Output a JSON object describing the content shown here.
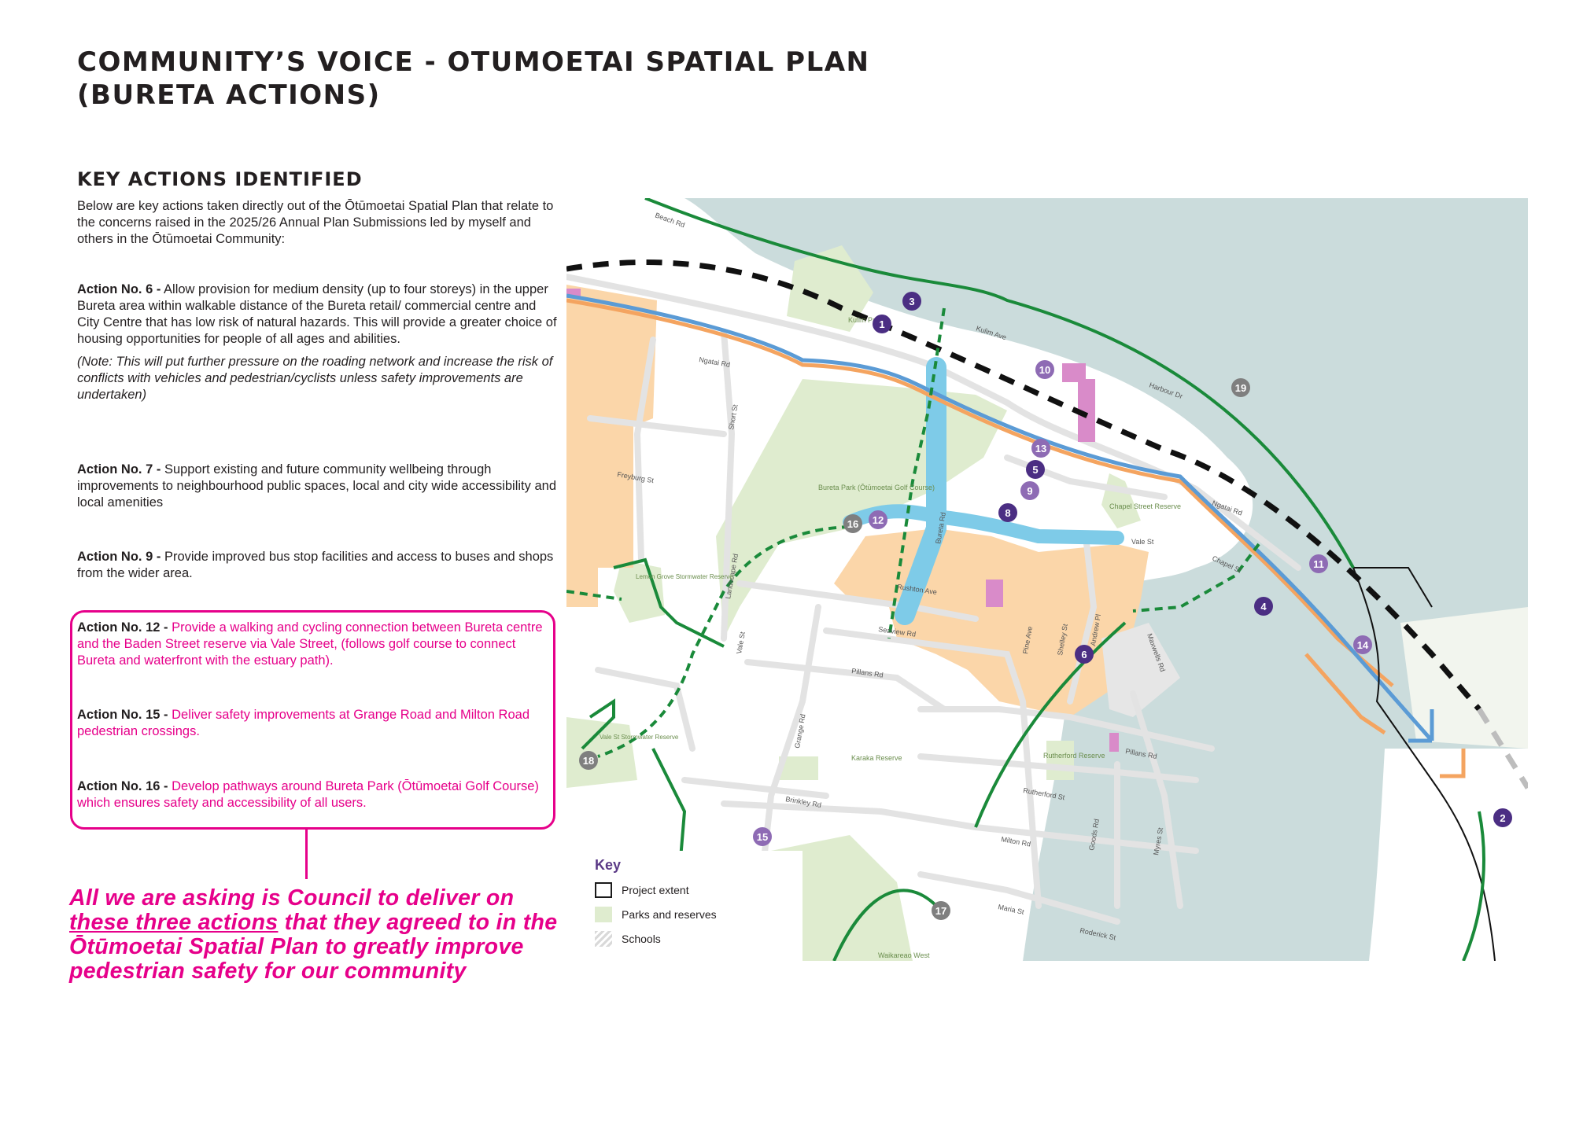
{
  "header": {
    "title_line1": "COMMUNITY’S VOICE - OTUMOETAI SPATIAL PLAN",
    "title_line2": "(BURETA ACTIONS)"
  },
  "section": {
    "title": "KEY ACTIONS IDENTIFIED",
    "intro": "Below are key actions taken directly out of the Ōtūmoetai Spatial Plan that relate to the concerns raised in the 2025/26 Annual Plan Submissions led by myself and others in the Ōtūmoetai Community:"
  },
  "actions": [
    {
      "label": "Action No. 6 -",
      "text": "Allow provision for medium density (up to four storeys) in the upper Bureta area within walkable distance of the Bureta retail/ commercial centre and City Centre that has low risk of natural hazards. This will provide a greater choice of housing opportunities for people of all ages and abilities.",
      "note": "(Note: This will put further pressure on the roading network and increase the risk of conflicts with vehicles and pedestrian/cyclists unless safety improvements are undertaken)"
    },
    {
      "label": "Action No. 7 -",
      "text": "Support existing and future community wellbeing through improvements to neighbourhood public spaces, local and city wide accessibility and local amenities"
    },
    {
      "label": "Action No. 9 -",
      "text": "Provide improved bus stop facilities and access to buses and shops from the wider area."
    },
    {
      "label": "Action No. 12 -",
      "text": "Provide a walking and cycling connection between Bureta centre and the Baden Street reserve via Vale Street, (follows golf course to connect Bureta and waterfront with the estuary path)."
    },
    {
      "label": "Action No. 15 -",
      "text": "Deliver safety improvements at Grange Road and Milton Road pedestrian crossings."
    },
    {
      "label": "Action No. 16 -",
      "text": "Develop pathways around Bureta Park (Ōtūmoetai Golf Course) which ensures safety and accessibility of all users."
    }
  ],
  "ask": {
    "part1": "All we are asking is Council to deliver on ",
    "underlined": "these three actions",
    "part2": " that they agreed to in the Ōtūmoetai Spatial Plan to greatly improve pedestrian safety for our community"
  },
  "map": {
    "street_labels": [
      "Beach Rd",
      "Kulim Ave",
      "Ngatai Rd",
      "Short St",
      "Freyburg St",
      "Harbour Dr",
      "Bureta Park (Ōtūmoetai Golf Course)",
      "Chapel Street Reserve",
      "Ngatai Rd",
      "Vale St",
      "Chapel St",
      "Bureta Rd",
      "Rushton Ave",
      "Seaview Rd",
      "Landscape Rd",
      "Pine Ave",
      "Shelley St",
      "Andrew Pl",
      "Maxwells Rd",
      "Pillans Rd",
      "Vale St",
      "Grange Rd",
      "Karaka Reserve",
      "Rutherford Reserve",
      "Pillans Rd",
      "Rutherford St",
      "Brinkley Rd",
      "Milton Rd",
      "Goods Rd",
      "Myres St",
      "Maria St",
      "Roderick St",
      "Waikareao West",
      "Kulim Park",
      "Lemon Grove Stormwater Reserve",
      "Vale St Stormwater Reserve"
    ],
    "markers": [
      "1",
      "2",
      "3",
      "4",
      "5",
      "6",
      "8",
      "9",
      "10",
      "11",
      "12",
      "13",
      "14",
      "15",
      "16",
      "17",
      "18",
      "19"
    ],
    "colors": {
      "water": "#cbdcdc",
      "park": "#dfeccf",
      "medium_density": "#fbd6a9",
      "blue_route": "#5b9bd5",
      "orange_route": "#f4a460",
      "green_path": "#1a8a3a",
      "centre_highlight": "#7ecbe8",
      "pink_site": "#d98bc9",
      "marker_dark": "#4b2e83",
      "marker_light": "#8e6bb4",
      "marker_grey": "#7f7f7f"
    }
  },
  "key": {
    "title": "Key",
    "items": [
      "Project extent",
      "Parks and reserves",
      "Schools"
    ]
  }
}
